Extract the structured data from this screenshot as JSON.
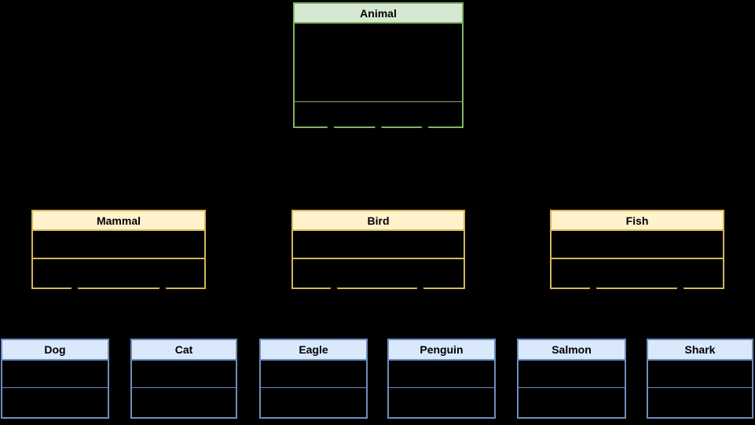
{
  "diagram": {
    "type": "uml-class-diagram",
    "background_color": "#000000",
    "edge_color": "#000000",
    "text_color": "#000000",
    "themes": {
      "green": {
        "fill": "#d5e8d4",
        "stroke": "#82b366"
      },
      "yellow": {
        "fill": "#fff2cc",
        "stroke": "#d6b656"
      },
      "blue": {
        "fill": "#dae8fc",
        "stroke": "#6c8ebf"
      }
    },
    "classes": [
      {
        "title": "Animal",
        "theme": "green",
        "compartments": 2
      },
      {
        "title": "Mammal",
        "theme": "yellow",
        "compartments": 2
      },
      {
        "title": "Bird",
        "theme": "yellow",
        "compartments": 2
      },
      {
        "title": "Fish",
        "theme": "yellow",
        "compartments": 2
      },
      {
        "title": "Dog",
        "theme": "blue",
        "compartments": 2
      },
      {
        "title": "Cat",
        "theme": "blue",
        "compartments": 2
      },
      {
        "title": "Eagle",
        "theme": "blue",
        "compartments": 2
      },
      {
        "title": "Penguin",
        "theme": "blue",
        "compartments": 2
      },
      {
        "title": "Salmon",
        "theme": "blue",
        "compartments": 2
      },
      {
        "title": "Shark",
        "theme": "blue",
        "compartments": 2
      }
    ],
    "relationships": [
      {
        "child": "Mammal",
        "parent": "Animal",
        "type": "inheritance"
      },
      {
        "child": "Bird",
        "parent": "Animal",
        "type": "inheritance"
      },
      {
        "child": "Fish",
        "parent": "Animal",
        "type": "inheritance"
      },
      {
        "child": "Dog",
        "parent": "Mammal",
        "type": "inheritance"
      },
      {
        "child": "Cat",
        "parent": "Mammal",
        "type": "inheritance"
      },
      {
        "child": "Eagle",
        "parent": "Bird",
        "type": "inheritance"
      },
      {
        "child": "Penguin",
        "parent": "Bird",
        "type": "inheritance"
      },
      {
        "child": "Salmon",
        "parent": "Fish",
        "type": "inheritance"
      },
      {
        "child": "Shark",
        "parent": "Fish",
        "type": "inheritance"
      }
    ]
  }
}
